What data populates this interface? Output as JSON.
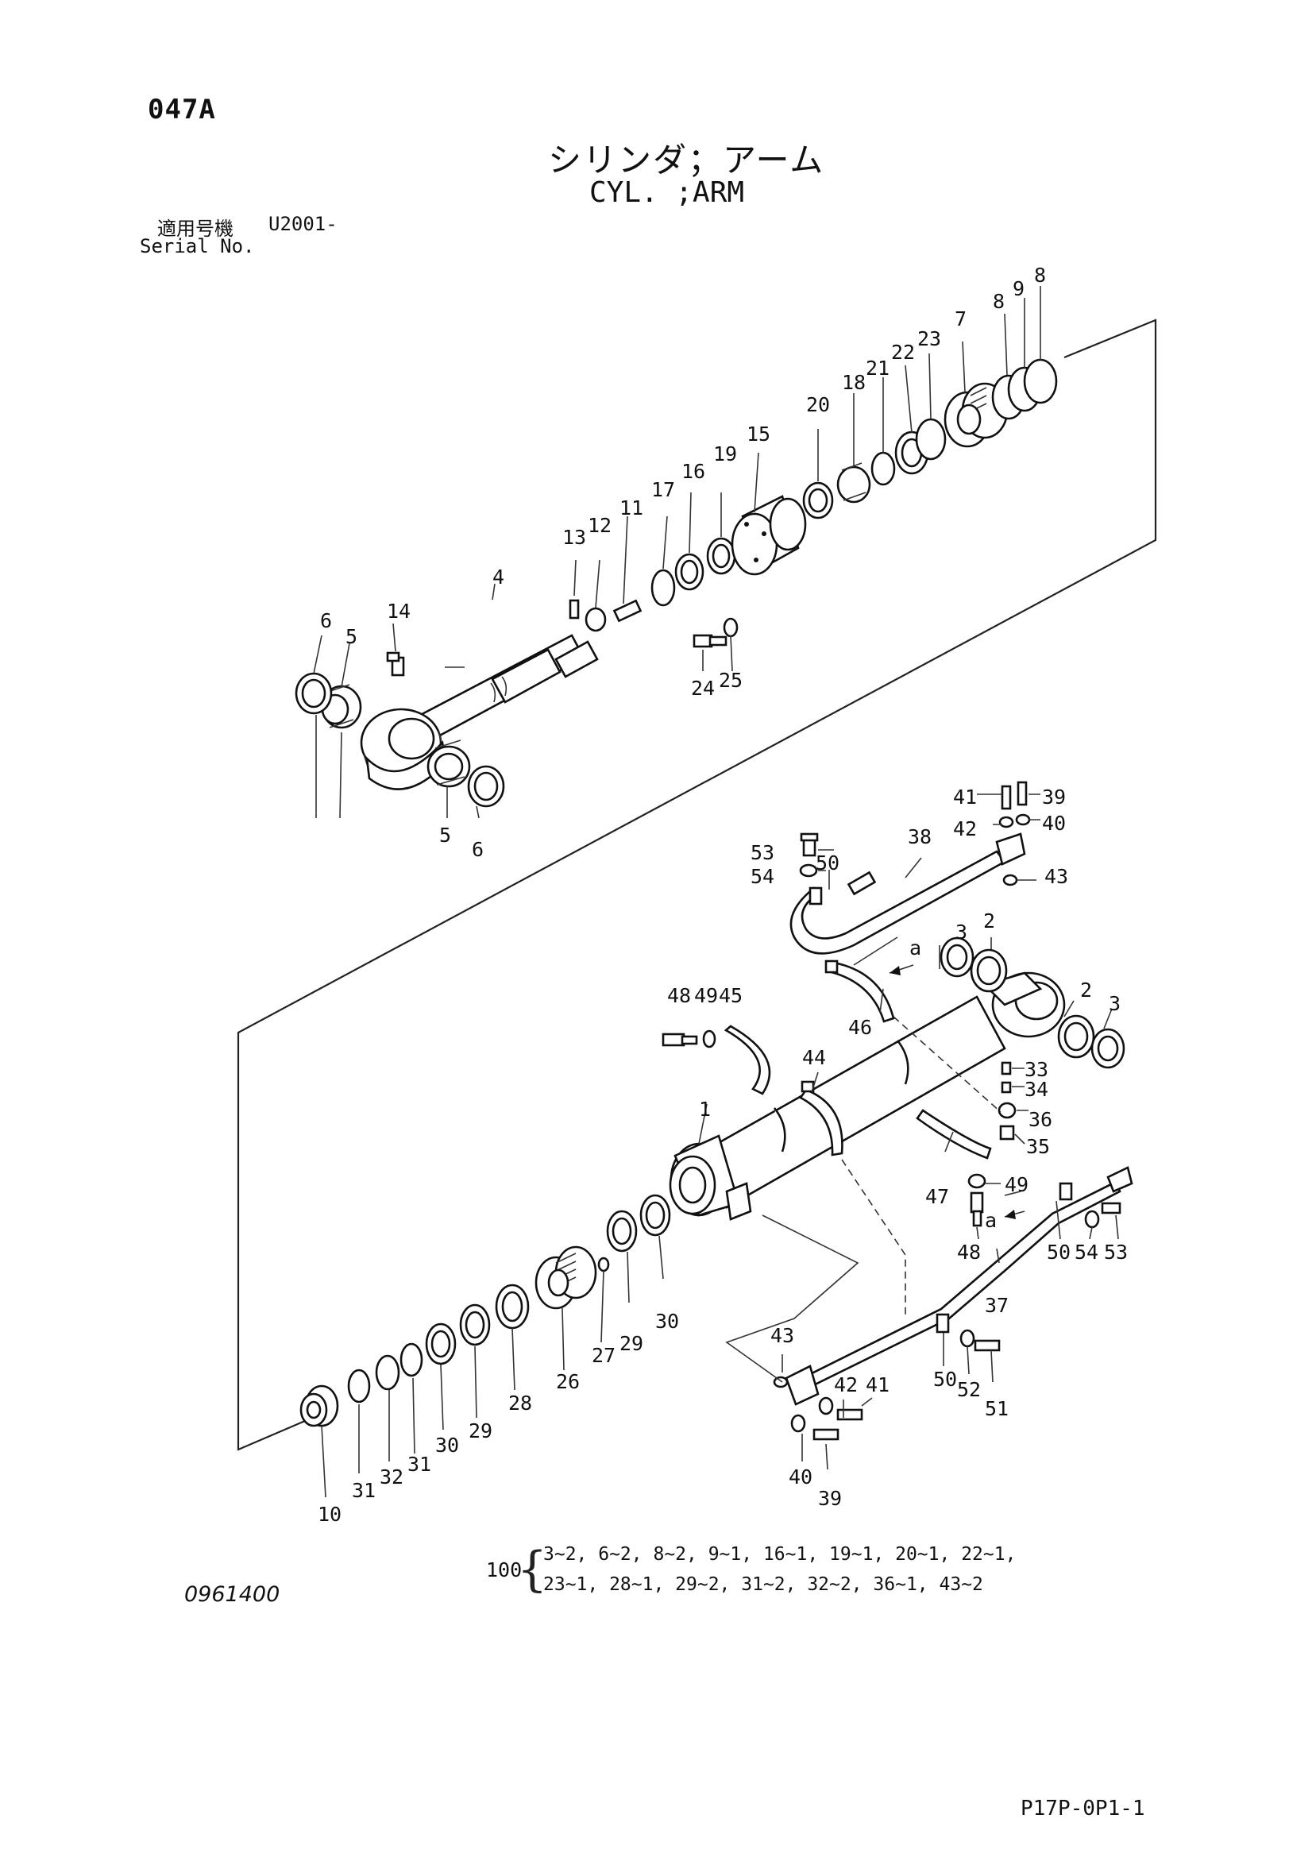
{
  "header": {
    "page_code": "047A",
    "title_jp": "シリンダ；アーム",
    "title_en": "CYL. ;ARM",
    "serial_label_jp": "適用号機",
    "serial_model": "U2001-",
    "serial_label_en": "Serial No."
  },
  "footer": {
    "doc_code": "0961400",
    "page_ref": "P17P-0P1-1"
  },
  "kit": {
    "number": "100",
    "line1": "3~2, 6~2, 8~2, 9~1, 16~1, 19~1, 20~1, 22~1,",
    "line2": "23~1, 28~1, 29~2, 31~2, 32~2, 36~1, 43~2"
  },
  "callouts": {
    "c1": "1",
    "c2a": "2",
    "c2b": "2",
    "c3a": "3",
    "c3b": "3",
    "c4": "4",
    "c5a": "5",
    "c5b": "5",
    "c6a": "6",
    "c6b": "6",
    "c7": "7",
    "c8a": "8",
    "c8b": "8",
    "c9": "9",
    "c10": "10",
    "c11": "11",
    "c12": "12",
    "c13": "13",
    "c14": "14",
    "c15": "15",
    "c16": "16",
    "c17": "17",
    "c18": "18",
    "c19": "19",
    "c20": "20",
    "c21": "21",
    "c22": "22",
    "c23": "23",
    "c24": "24",
    "c25": "25",
    "c26": "26",
    "c27": "27",
    "c28": "28",
    "c29a": "29",
    "c29b": "29",
    "c30a": "30",
    "c30b": "30",
    "c31a": "31",
    "c31b": "31",
    "c32": "32",
    "c33": "33",
    "c34": "34",
    "c35": "35",
    "c36": "36",
    "c37": "37",
    "c38": "38",
    "c39a": "39",
    "c39b": "39",
    "c40a": "40",
    "c40b": "40",
    "c41a": "41",
    "c41b": "41",
    "c42a": "42",
    "c42b": "42",
    "c43a": "43",
    "c43b": "43",
    "c44": "44",
    "c45": "45",
    "c46": "46",
    "c47": "47",
    "c48a": "48",
    "c48b": "48",
    "c49a": "49",
    "c49b": "49",
    "c50a": "50",
    "c50b": "50",
    "c50c": "50",
    "c51": "51",
    "c52": "52",
    "c53a": "53",
    "c53b": "53",
    "c54a": "54",
    "c54b": "54",
    "ref_a1": "a",
    "ref_a2": "a"
  }
}
